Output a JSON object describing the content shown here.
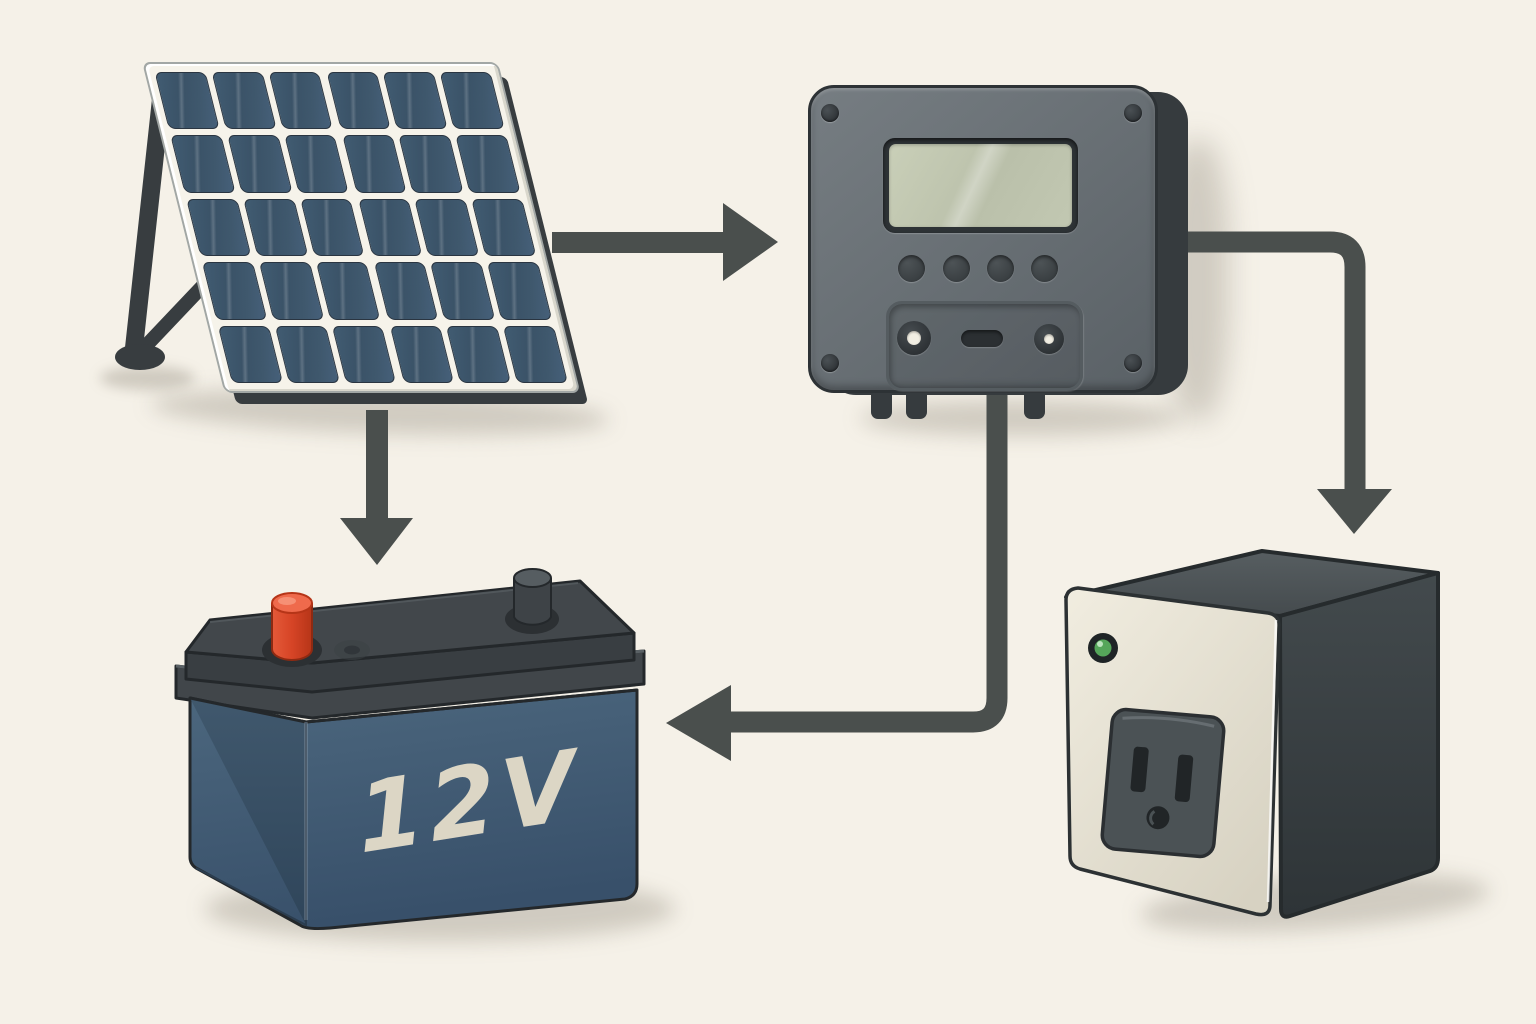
{
  "title": "Solar charging system diagram",
  "battery": {
    "label": "12V"
  },
  "solar_panel": {
    "sections": 2,
    "columns": 3,
    "rows": 5
  },
  "components": [
    {
      "id": "solar-panel",
      "name": "Solar panel"
    },
    {
      "id": "charge-controller",
      "name": "Charge controller"
    },
    {
      "id": "battery",
      "name": "12V battery"
    },
    {
      "id": "inverter",
      "name": "Inverter with AC outlet"
    }
  ],
  "connections": [
    {
      "from": "solar-panel",
      "to": "charge-controller"
    },
    {
      "from": "solar-panel",
      "to": "battery"
    },
    {
      "from": "charge-controller",
      "to": "inverter"
    },
    {
      "from": "charge-controller",
      "to": "battery"
    }
  ],
  "colors": {
    "background": "#f5f1e8",
    "arrow": "#4a4f4d",
    "panel_frame": "#f6f3ea",
    "panel_cell": "#3d5669",
    "battery_front": "#41596f",
    "battery_lid": "#42474b",
    "terminal_red": "#d8492b",
    "label_text": "#dcd6c5",
    "controller_body": "#6b7277",
    "controller_dark": "#363b3e",
    "lcd": "#c3c8b2",
    "inverter_front": "#e9e4d6",
    "inverter_dark": "#40464a",
    "led_green": "#55a65a",
    "outlet_plate": "#4b5255",
    "port_white": "#f1eee3"
  }
}
